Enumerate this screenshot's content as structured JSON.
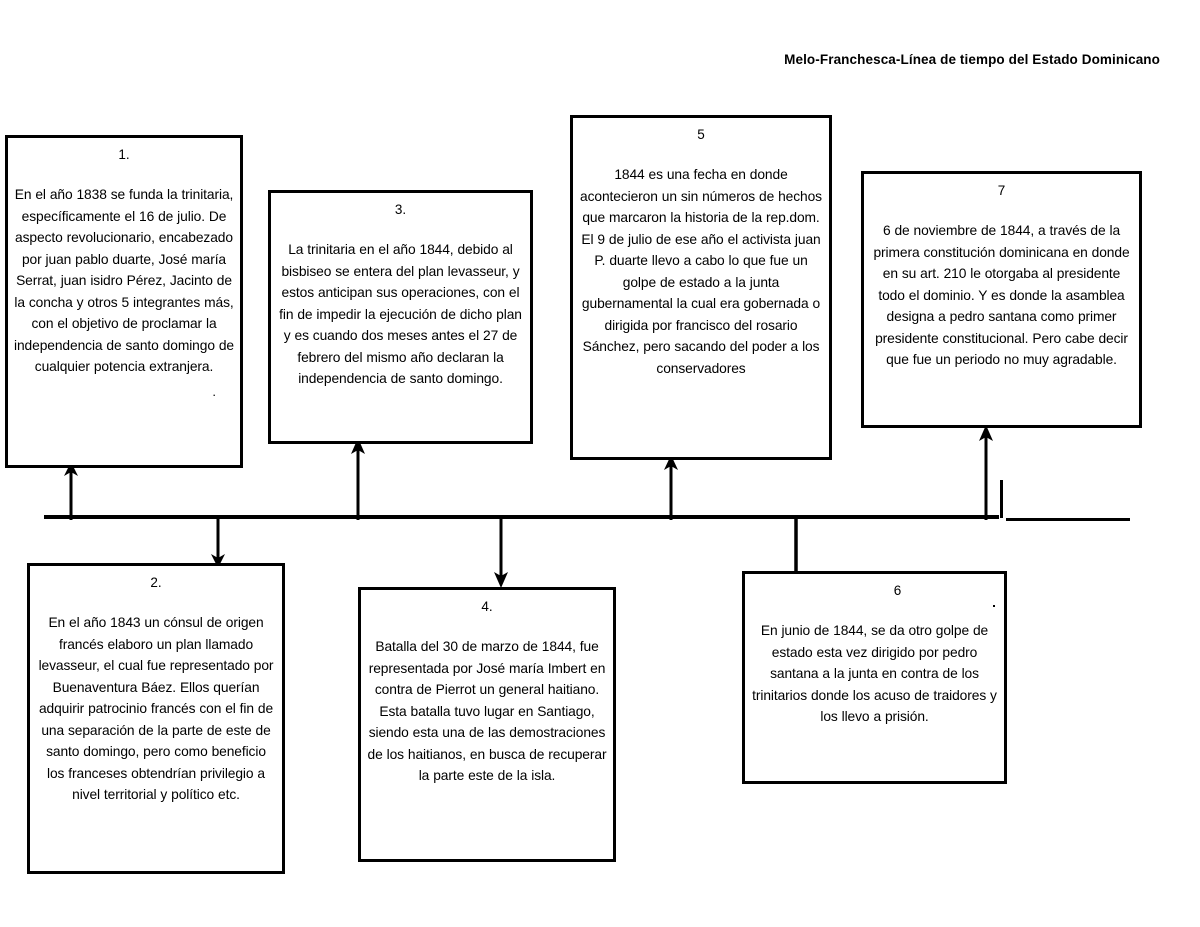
{
  "document": {
    "title": "Melo-Franchesca-Línea de tiempo del Estado Dominicano"
  },
  "timeline": {
    "axis_label": "timeline-axis",
    "events": [
      {
        "number": "1.",
        "position": "above",
        "text": "En el año 1838 se funda la trinitaria, específicamente el 16 de julio. De aspecto revolucionario, encabezado por juan pablo duarte, José maría Serrat, juan isidro Pérez, Jacinto de la concha y otros 5 integrantes más, con el objetivo de proclamar la independencia de santo domingo de cualquier potencia extranjera.",
        "trailing_mark": "."
      },
      {
        "number": "2.",
        "position": "below",
        "text": "En el año 1843 un cónsul de origen francés elaboro un plan llamado levasseur, el cual fue representado por Buenaventura Báez. Ellos querían adquirir patrocinio francés con el fin de una separación de la parte de este de santo domingo, pero como beneficio los franceses obtendrían privilegio a nivel territorial y político etc.",
        "trailing_mark": ""
      },
      {
        "number": "3.",
        "position": "above",
        "text": "La trinitaria en el año 1844, debido al bisbiseo se entera del plan levasseur, y estos anticipan sus operaciones, con el fin de impedir la ejecución de dicho plan y es cuando dos meses antes el 27 de febrero del mismo año declaran la independencia de santo domingo.",
        "trailing_mark": ""
      },
      {
        "number": "4.",
        "position": "below",
        "text": "Batalla del 30 de marzo de 1844, fue representada por José maría Imbert en contra de Pierrot un general haitiano. Esta batalla tuvo lugar en Santiago, siendo esta una de las demostraciones de los haitianos, en busca de recuperar la parte este de la isla.",
        "trailing_mark": ""
      },
      {
        "number": "5",
        "position": "above",
        "text": "1844 es una fecha en donde acontecieron un sin números de hechos que marcaron la historia de la rep.dom. El 9 de julio de ese año el activista juan P. duarte llevo a cabo lo que fue un golpe de estado a la junta gubernamental la cual era gobernada o dirigida por francisco del rosario Sánchez, pero sacando del poder a los conservadores",
        "trailing_mark": ""
      },
      {
        "number": "6",
        "position": "below",
        "text": "En junio de 1844, se da otro golpe de estado esta vez dirigido por pedro santana a la junta en contra de los trinitarios donde los acuso de traidores y los llevo a prisión.",
        "trailing_mark": "."
      },
      {
        "number": "7",
        "position": "above",
        "text": "6 de noviembre de 1844, a través de la primera constitución dominicana en donde en su art. 210 le otorgaba al presidente todo el dominio. Y es donde la asamblea designa a pedro santana como primer presidente constitucional. Pero cabe decir que fue un periodo no muy agradable.",
        "trailing_mark": ""
      }
    ]
  },
  "colors": {
    "ink": "#000000",
    "paper": "#ffffff"
  }
}
